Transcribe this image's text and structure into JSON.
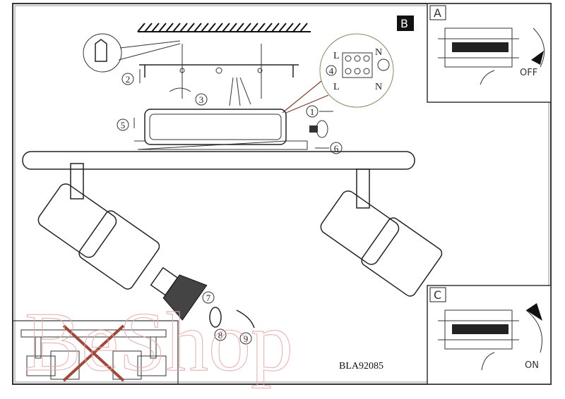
{
  "panels": {
    "main": {
      "badge": "B"
    },
    "switch_off": {
      "badge": "A",
      "state_label": "OFF"
    },
    "switch_on": {
      "badge": "C",
      "state_label": "ON"
    }
  },
  "terminal_detail": {
    "step": "4",
    "live_top": "L",
    "neutral_top": "N",
    "live_bottom": "L",
    "neutral_bottom": "N"
  },
  "steps": [
    "1",
    "2",
    "3",
    "4",
    "5",
    "6",
    "7",
    "8",
    "9"
  ],
  "model_number": "BLA92085",
  "watermark": "BeShop",
  "colors": {
    "line": "#222222",
    "cross": "#a0493a",
    "watermark": "#e3a9a9",
    "badge": "#111111"
  }
}
